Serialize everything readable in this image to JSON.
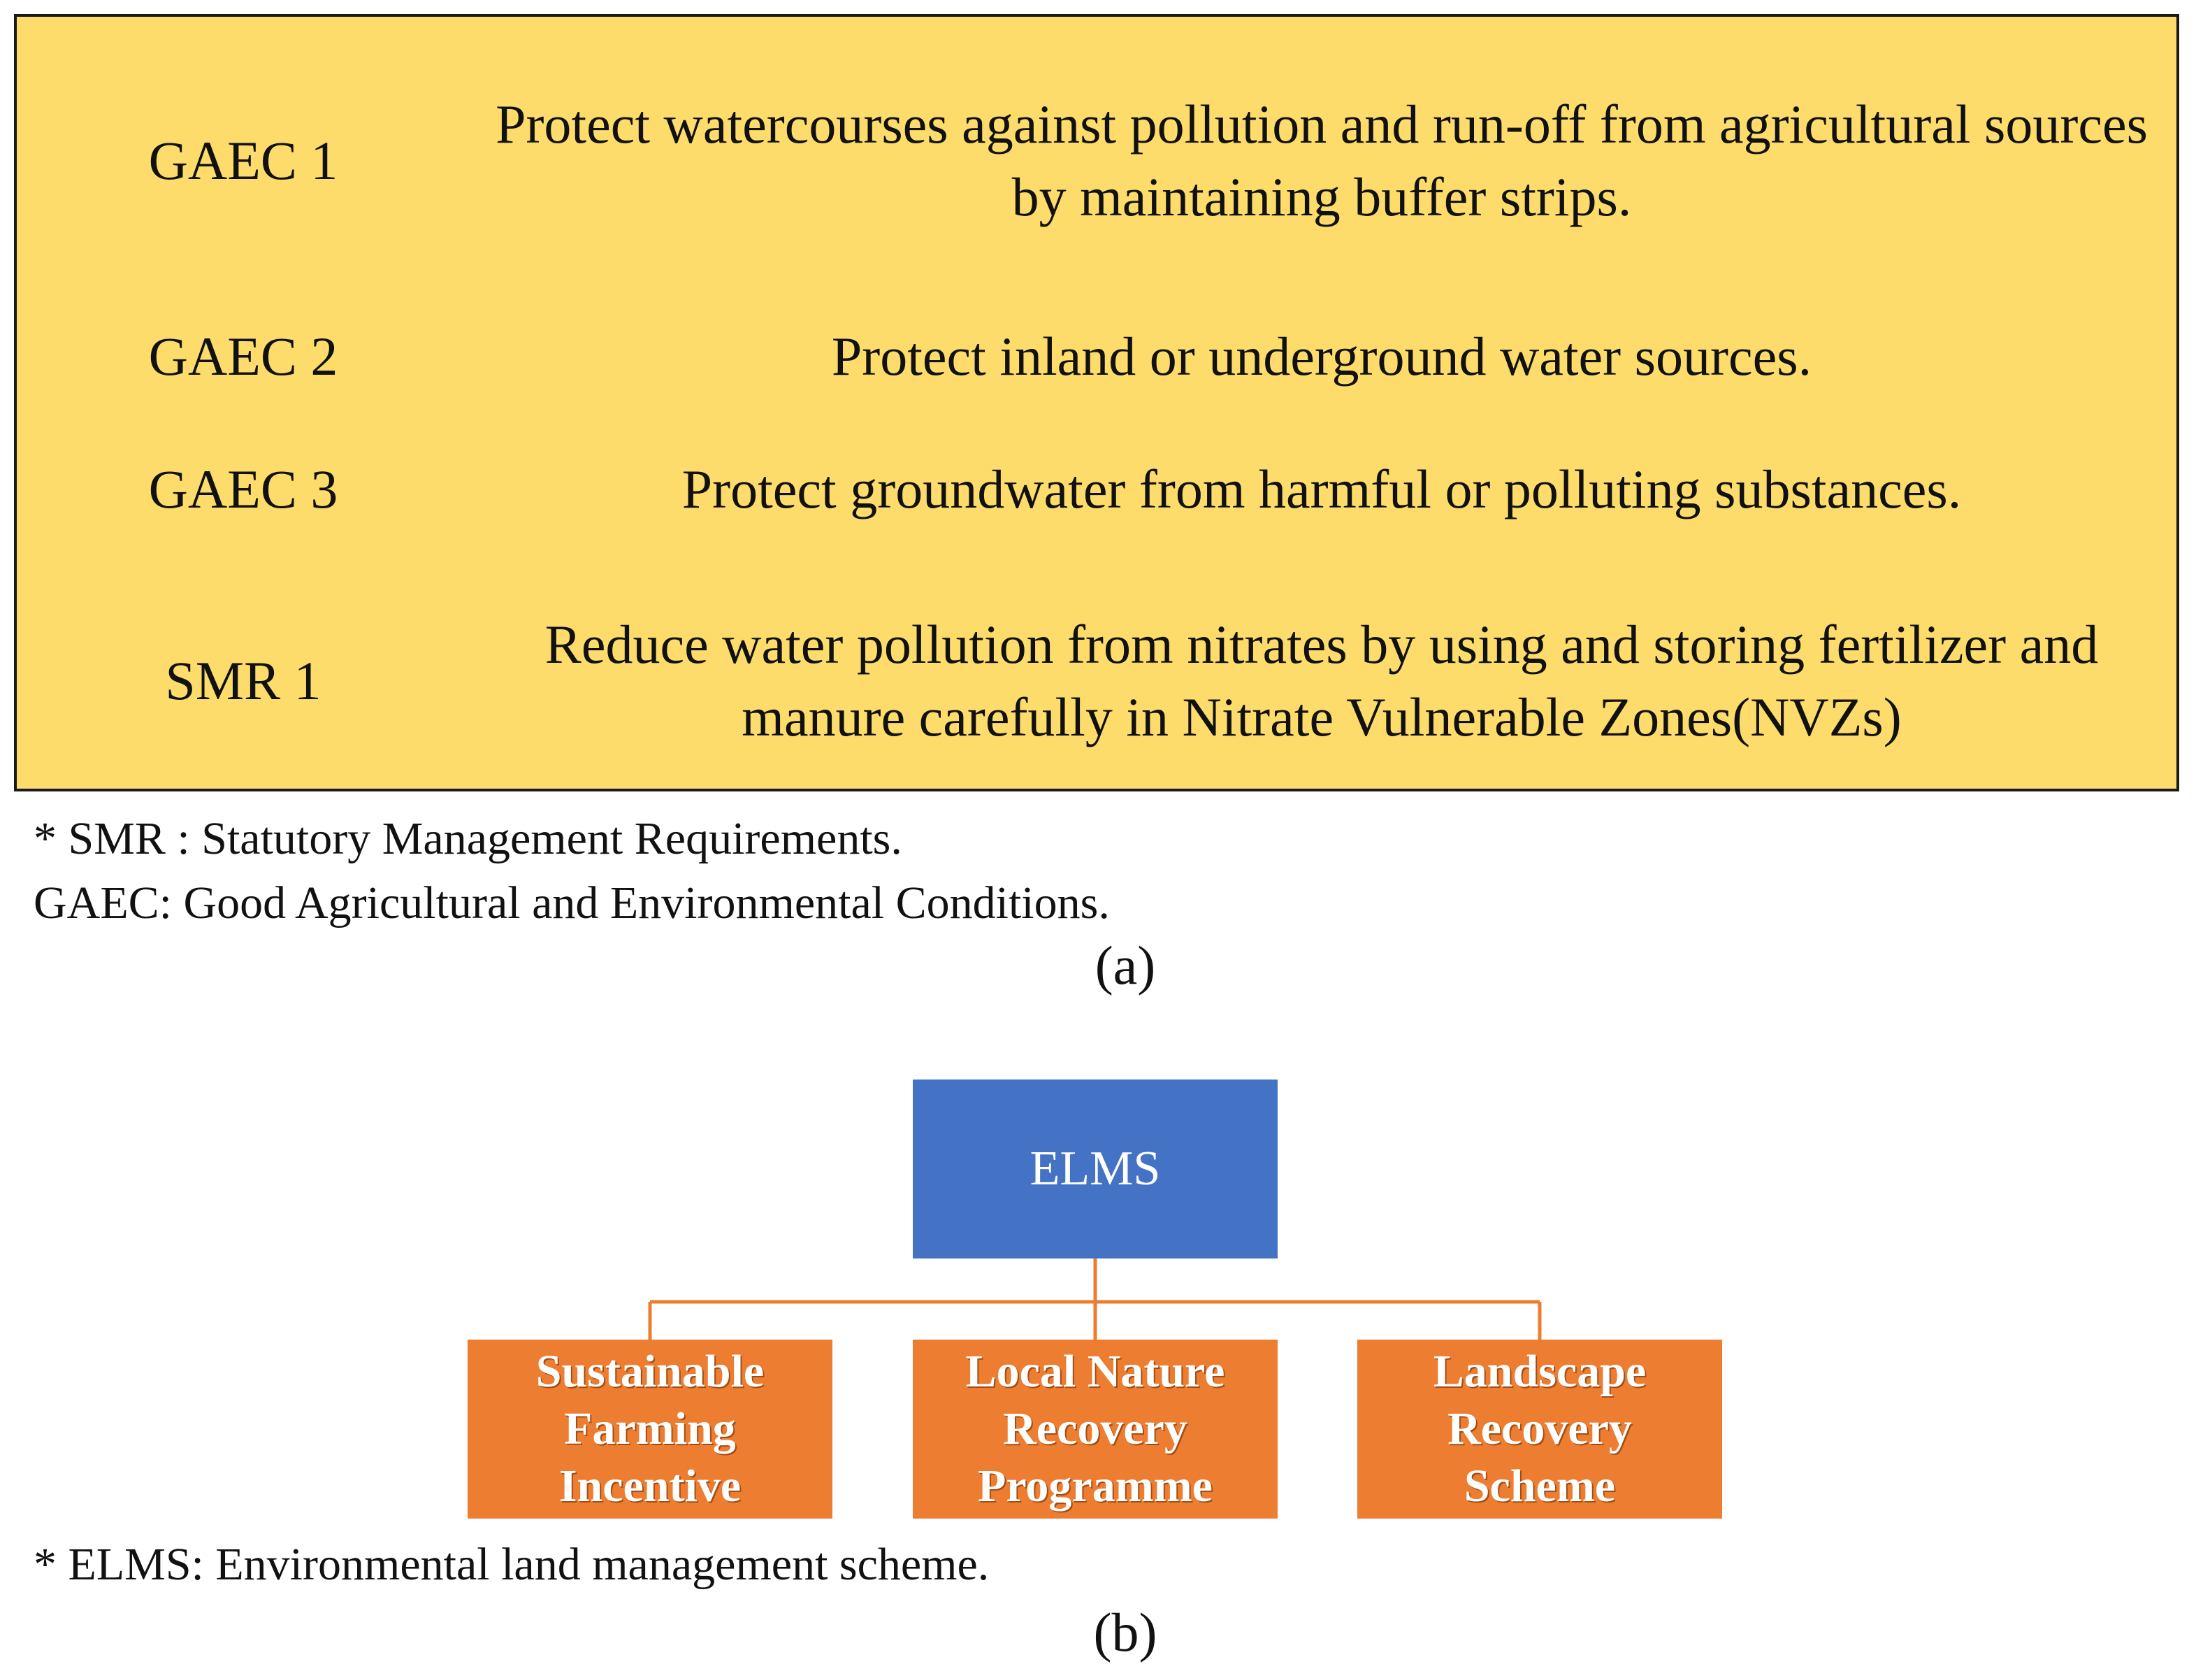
{
  "panel_a": {
    "rows": [
      {
        "code": "GAEC 1",
        "text": "Protect watercourses against pollution and run-off from agricultural sources by maintaining buffer strips."
      },
      {
        "code": "GAEC 2",
        "text": "Protect inland or underground water sources."
      },
      {
        "code": "GAEC 3",
        "text": "Protect groundwater from harmful or polluting substances."
      },
      {
        "code": "SMR 1",
        "text": "Reduce water pollution from nitrates by using and storing fertilizer and manure carefully in Nitrate Vulnerable Zones(NVZs)"
      }
    ],
    "footnote_1": "* SMR : Statutory Management Requirements.",
    "footnote_2": "GAEC: Good Agricultural and Environmental Conditions.",
    "label": "(a)"
  },
  "panel_b": {
    "root": "ELMS",
    "children": [
      "Sustainable\nFarming\nIncentive",
      "Local Nature\nRecovery\nProgramme",
      "Landscape\nRecovery\nScheme"
    ],
    "footnote": "* ELMS: Environmental land management scheme.",
    "label": "(b)",
    "colors": {
      "root": "#4472c4",
      "children": "#ed7d31",
      "connector": "#ed7d31"
    }
  }
}
